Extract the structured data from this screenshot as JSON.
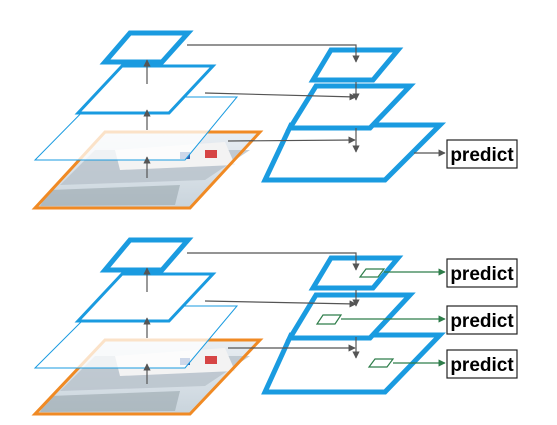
{
  "panels": [
    {
      "id": "top",
      "predict_labels": [
        "predict"
      ]
    },
    {
      "id": "bottom",
      "predict_labels": [
        "predict",
        "predict",
        "predict"
      ]
    }
  ],
  "colors": {
    "pyramid_level": "#1a9be0",
    "image_border": "#f08a24",
    "connector": "#555555",
    "predict_arrow_bottom": "#2e7d4a",
    "predict_box_border": "#222222"
  },
  "icons": {
    "input_image": "boat-photo-thumbnail"
  }
}
